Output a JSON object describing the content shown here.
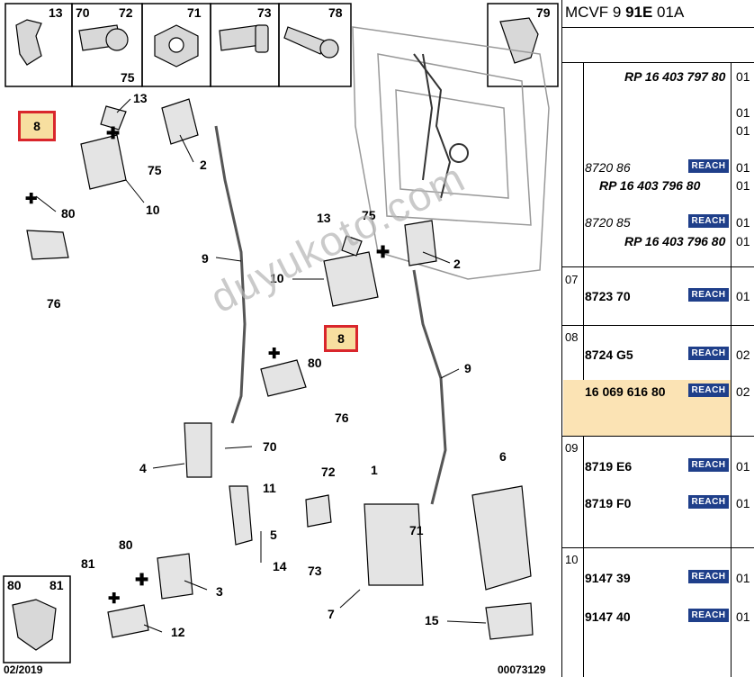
{
  "diagram": {
    "top_labels": [
      "13",
      "70",
      "72",
      "75",
      "71",
      "73",
      "78",
      "79"
    ],
    "bottom_box_labels": [
      "80",
      "81"
    ],
    "callouts": [
      "13",
      "8",
      "75",
      "2",
      "80",
      "10",
      "76",
      "9",
      "13",
      "75",
      "10",
      "2",
      "8",
      "80",
      "9",
      "76",
      "70",
      "4",
      "6",
      "72",
      "1",
      "11",
      "5",
      "14",
      "71",
      "80",
      "81",
      "73",
      "3",
      "7",
      "15",
      "12"
    ],
    "watermark": "duyukoto.com",
    "date": "02/2019",
    "doc_number": "00073129"
  },
  "panel": {
    "title_prefix": "MCVF 9 ",
    "title_bold": "91E",
    "title_suffix": " 01A",
    "sections": [
      {
        "num": "",
        "rows": [
          {
            "pn": "RP 16 403 797 80",
            "style": "bold-italic",
            "reach": false,
            "qty": "01"
          },
          {
            "pn": "",
            "style": "",
            "reach": false,
            "qty": "01"
          },
          {
            "pn": "",
            "style": "",
            "reach": false,
            "qty": "01"
          },
          {
            "pn": "8720 86",
            "style": "italic",
            "reach": true,
            "qty": "01"
          },
          {
            "pn": "RP 16 403 796 80",
            "style": "bold-italic",
            "reach": false,
            "qty": "01"
          },
          {
            "pn": "8720 85",
            "style": "italic",
            "reach": true,
            "qty": "01"
          },
          {
            "pn": "RP 16 403 796 80",
            "style": "bold-italic",
            "reach": false,
            "qty": "01"
          }
        ]
      },
      {
        "num": "07",
        "rows": [
          {
            "pn": "8723 70",
            "style": "bold",
            "reach": true,
            "qty": "01"
          }
        ]
      },
      {
        "num": "08",
        "rows": [
          {
            "pn": "8724 G5",
            "style": "bold",
            "reach": true,
            "qty": "02"
          },
          {
            "pn": "16 069 616 80",
            "style": "bold",
            "reach": true,
            "qty": "02"
          }
        ]
      },
      {
        "num": "09",
        "rows": [
          {
            "pn": "8719 E6",
            "style": "bold",
            "reach": true,
            "qty": "01"
          },
          {
            "pn": "8719 F0",
            "style": "bold",
            "reach": true,
            "qty": "01"
          }
        ]
      },
      {
        "num": "10",
        "rows": [
          {
            "pn": "9147 39",
            "style": "bold",
            "reach": true,
            "qty": "01"
          },
          {
            "pn": "9147 40",
            "style": "bold",
            "reach": true,
            "qty": "01"
          }
        ]
      }
    ],
    "reach_label": "REACH",
    "highlight_color": "#fbe3b4",
    "reach_color": "#1f3f8a"
  }
}
